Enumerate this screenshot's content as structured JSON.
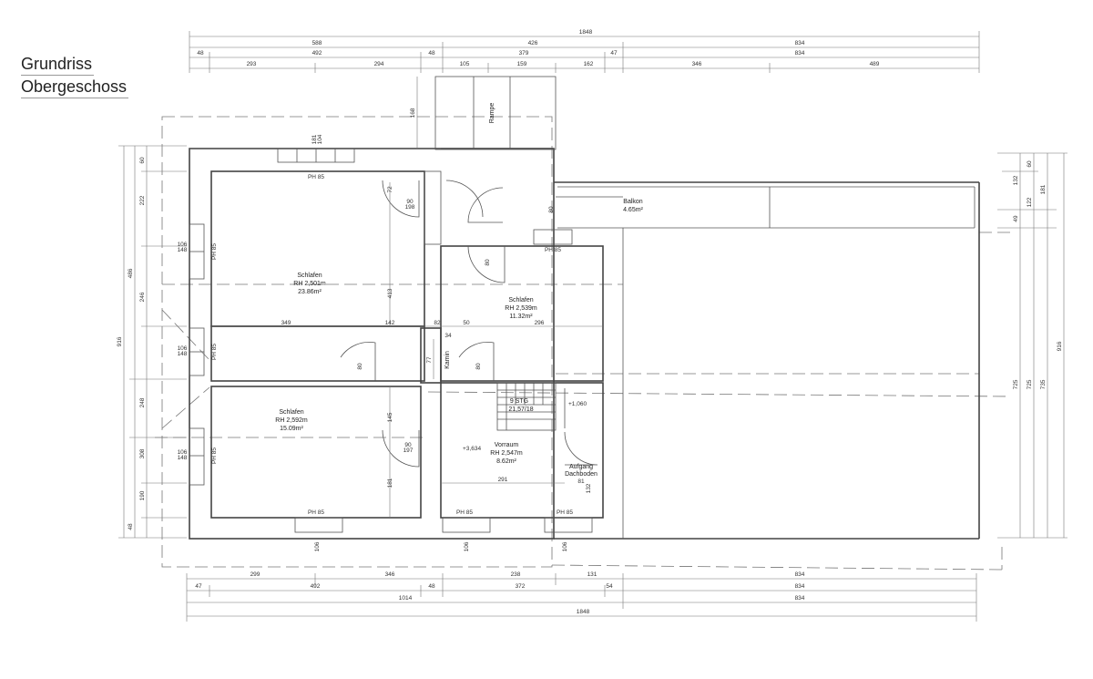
{
  "title": {
    "line1": "Grundriss",
    "line2": "Obergeschoss"
  },
  "dims_top": {
    "r1": [
      "1848"
    ],
    "r2": [
      "588",
      "426",
      "834"
    ],
    "r3": [
      "48",
      "492",
      "48",
      "379",
      "47",
      "834"
    ],
    "r4": [
      "293",
      "294",
      "105",
      "159",
      "162",
      "346",
      "489"
    ]
  },
  "dims_bottom": {
    "r1": [
      "299",
      "346",
      "238",
      "131",
      "834"
    ],
    "r2": [
      "47",
      "492",
      "48",
      "372",
      "54",
      "834"
    ],
    "r3": [
      "1014",
      "834"
    ],
    "r4": [
      "1848"
    ]
  },
  "dims_left": {
    "outer": "916",
    "mid": [
      "486",
      "248",
      "308"
    ],
    "inner": [
      "60",
      "222",
      "246",
      "248",
      "308",
      "190",
      "48"
    ]
  },
  "dims_right": {
    "a": [
      "132",
      "60"
    ],
    "b": [
      "49",
      "122",
      "181"
    ],
    "c": [
      "725",
      "725",
      "735"
    ],
    "total": "916"
  },
  "rooms": [
    {
      "name": "Schlafen",
      "height": "RH 2,501m",
      "area": "23.86m²"
    },
    {
      "name": "Schlafen",
      "height": "RH 2,539m",
      "area": "11.32m²"
    },
    {
      "name": "Schlafen",
      "height": "RH 2,592m",
      "area": "15.09m²"
    },
    {
      "name": "Vorraum",
      "height": "RH 2,547m",
      "area": "8.62m²"
    },
    {
      "name": "Balkon",
      "area": "4.65m²"
    }
  ],
  "labels": {
    "rampe": "Rampe",
    "kamin": "Kamin",
    "stairs": "9 STG",
    "stairs_dim": "21,57/18",
    "aufgang1": "Aufgang",
    "aufgang2": "Dachboden",
    "lvl1": "+1,060",
    "lvl2": "+3,634",
    "ph": "PH 85",
    "win1": "106",
    "win2": "148",
    "win3": "181",
    "win4": "104",
    "door1": "90",
    "door2": "198",
    "door3": "80",
    "door4": "197"
  },
  "inner_dims": {
    "d349": "349",
    "d142": "142",
    "d82": "82",
    "d50": "50",
    "d296": "296",
    "d34": "34",
    "d77": "77",
    "d72": "72",
    "d168": "168",
    "d413": "413",
    "d145": "145",
    "d181": "181",
    "d291": "291",
    "d81": "81",
    "d132": "132"
  }
}
